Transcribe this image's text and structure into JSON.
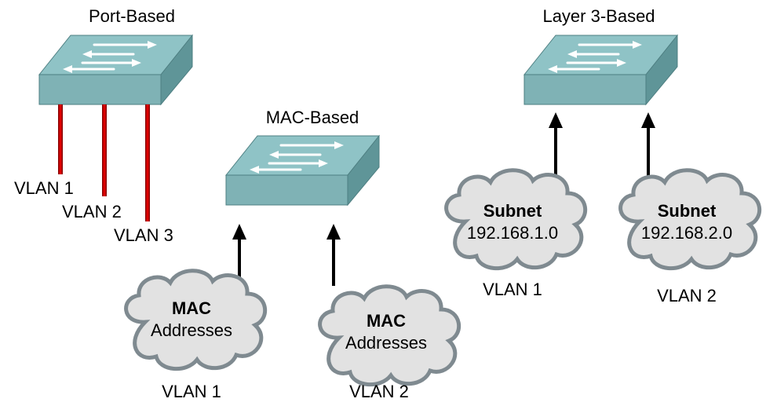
{
  "colors": {
    "switch_top": "#8fc3c6",
    "switch_front": "#7fb2b5",
    "switch_side": "#5f9598",
    "port_line": "#e00000",
    "cloud_fill": "#e2e2e2",
    "cloud_stroke": "#7f8a90",
    "arrow": "#000000"
  },
  "port_based": {
    "title": "Port-Based",
    "vlans": [
      "VLAN 1",
      "VLAN 2",
      "VLAN 3"
    ]
  },
  "mac_based": {
    "title": "MAC-Based",
    "clouds": [
      {
        "line1": "MAC",
        "line2": "Addresses",
        "vlan": "VLAN 1"
      },
      {
        "line1": "MAC",
        "line2": "Addresses",
        "vlan": "VLAN 2"
      }
    ]
  },
  "layer3_based": {
    "title": "Layer 3-Based",
    "clouds": [
      {
        "line1": "Subnet",
        "line2": "192.168.1.0",
        "vlan": "VLAN 1"
      },
      {
        "line1": "Subnet",
        "line2": "192.168.2.0",
        "vlan": "VLAN 2"
      }
    ]
  }
}
